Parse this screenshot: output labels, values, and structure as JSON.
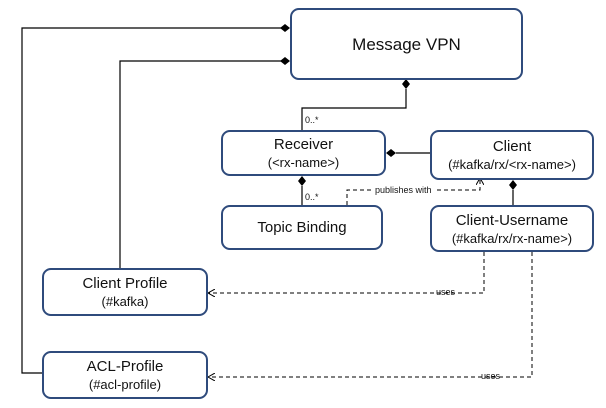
{
  "entities": {
    "message_vpn": {
      "title": "Message VPN"
    },
    "receiver": {
      "title": "Receiver",
      "subtitle": "(<rx-name>)"
    },
    "client": {
      "title": "Client",
      "subtitle": "(#kafka/rx/<rx-name>)"
    },
    "topic_binding": {
      "title": "Topic Binding"
    },
    "client_username": {
      "title": "Client-Username",
      "subtitle": "(#kafka/rx/rx-name>)"
    },
    "client_profile": {
      "title": "Client Profile",
      "subtitle": "(#kafka)"
    },
    "acl_profile": {
      "title": "ACL-Profile",
      "subtitle": "(#acl-profile)"
    }
  },
  "relations": {
    "vpn_receiver_multiplicity": "0..*",
    "receiver_binding_multiplicity": "0..*",
    "publishes_with": "publishes with",
    "uses_client_profile": "uses",
    "uses_acl_profile": "uses"
  },
  "colors": {
    "box_border": "#2f4b7c",
    "line": "#000000",
    "background": "#ffffff"
  }
}
